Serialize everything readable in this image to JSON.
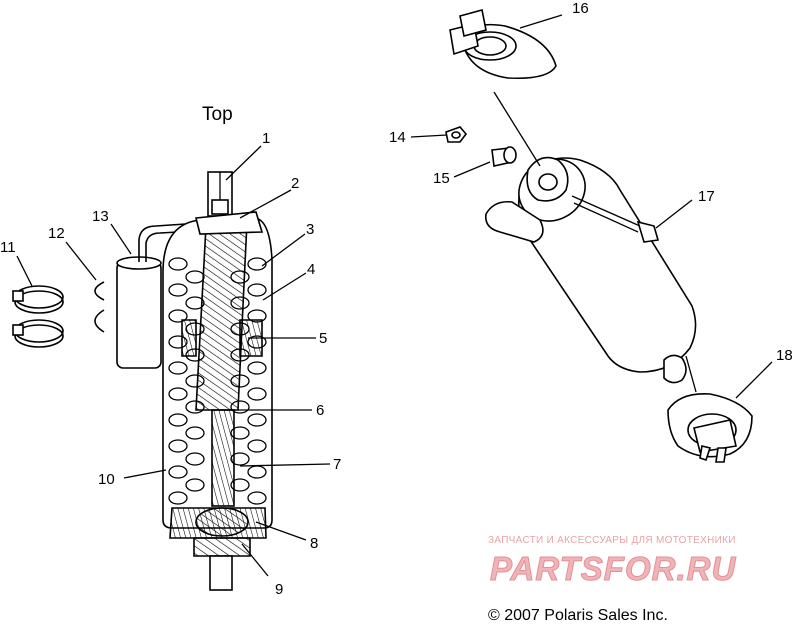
{
  "diagram": {
    "top_label": "Top",
    "callouts": [
      "1",
      "2",
      "3",
      "4",
      "5",
      "6",
      "7",
      "8",
      "9",
      "10",
      "11",
      "12",
      "13",
      "14",
      "15",
      "16",
      "17",
      "18"
    ],
    "copyright": "© 2007 Polaris Sales Inc.",
    "watermark": {
      "tagline": "ЗАПЧАСТИ И АКСЕССУАРЫ ДЛЯ МОТОТЕХНИКИ",
      "logo_text": "PARTSFOR.RU"
    }
  }
}
